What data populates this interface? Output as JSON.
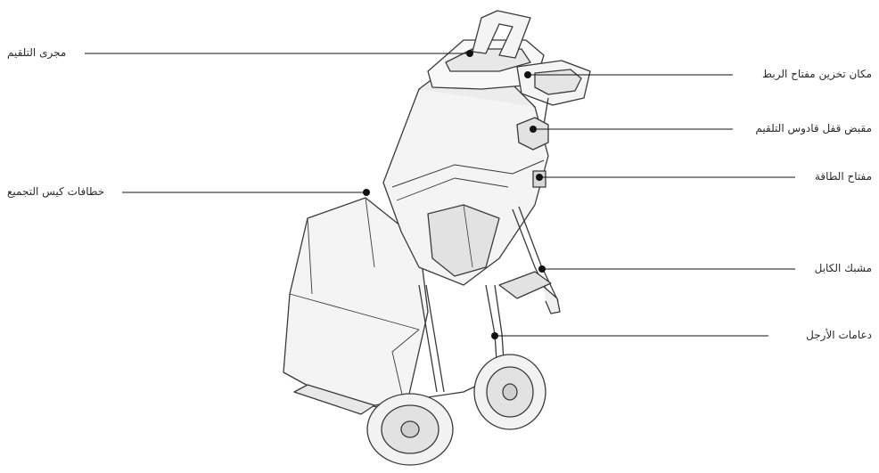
{
  "labels": {
    "feed_chute": "مجرى التلقيم",
    "bag_hooks": "خطافات كيس التجميع",
    "tool_storage": "مكان تخزين مفتاح الربط",
    "hopper_lock_knob": "مقبض قفل قادوس التلقيم",
    "power_switch": "مفتاح الطاقة",
    "cable_clip": "مشبك الكابل",
    "leg_supports": "دعامات الأرجل"
  },
  "colors": {
    "line": "#3a3a3a",
    "callout": "#111111",
    "body_fill": "#f4f4f4",
    "shade_fill": "#e2e2e2"
  }
}
